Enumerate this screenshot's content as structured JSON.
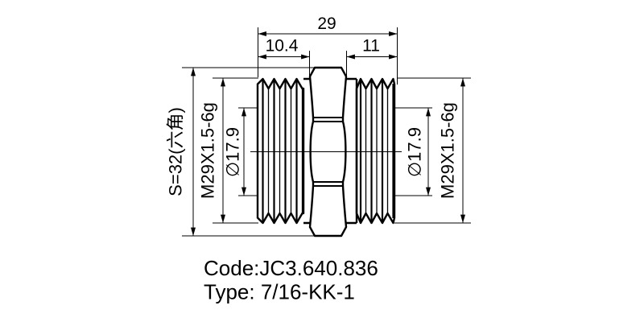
{
  "drawing": {
    "top_dims": {
      "overall": "29",
      "left_section": "10.4",
      "right_section": "11"
    },
    "left_labels": {
      "hex_size": "S=32(六角)",
      "thread_spec": "M29X1.5-6g",
      "bore_diameter": "∅17.9"
    },
    "right_labels": {
      "thread_spec": "M29X1.5-6g",
      "bore_diameter": "∅17.9"
    },
    "footer": {
      "code": "Code:JC3.640.836",
      "type": "Type: 7/16-KK-1"
    },
    "colors": {
      "ink": "#000000",
      "paper": "#ffffff"
    }
  }
}
